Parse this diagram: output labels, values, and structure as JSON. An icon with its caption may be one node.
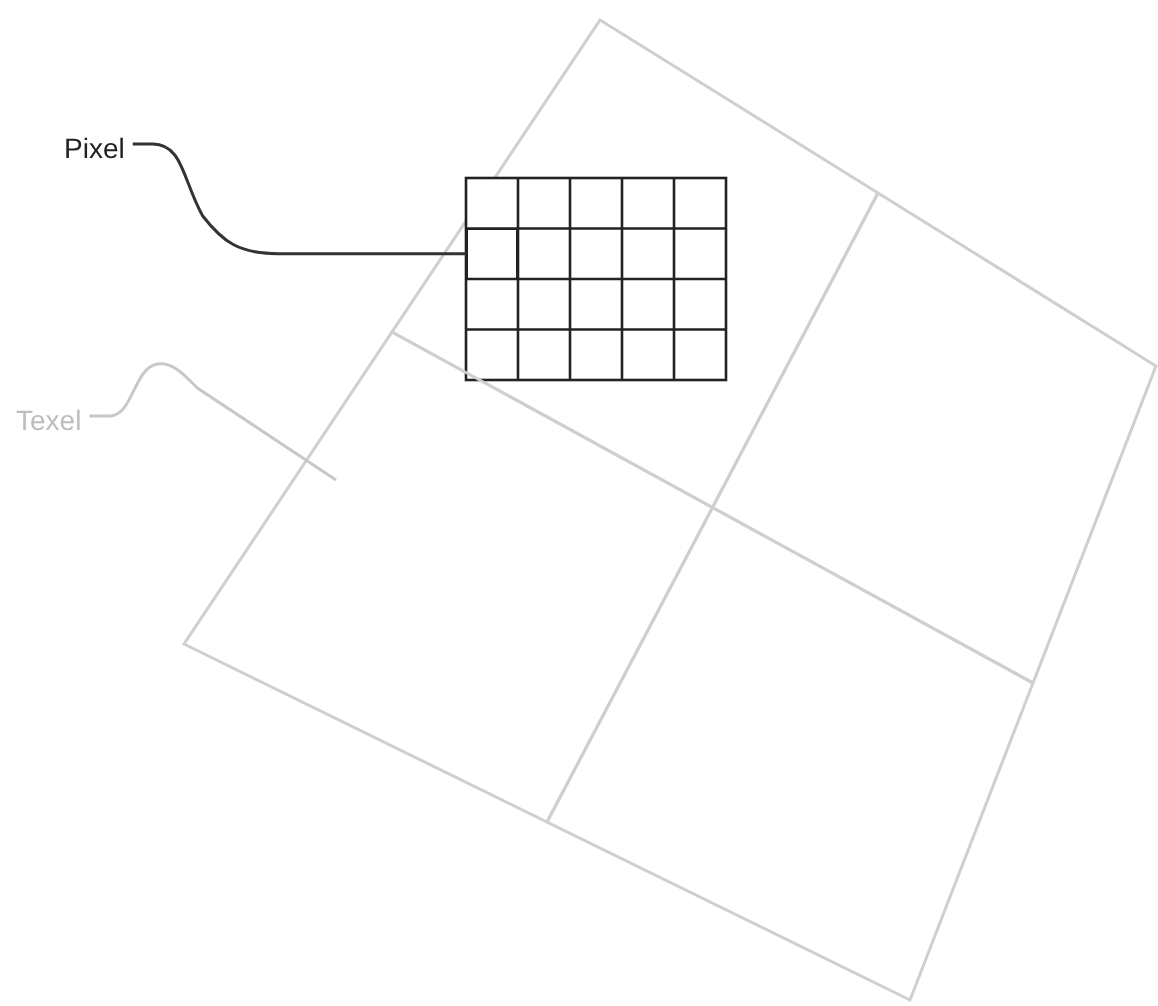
{
  "diagram": {
    "nodes": [
      {
        "text": [
          "Pixel"
        ]
      },
      {
        "text": [],
        "shape": "box"
      },
      {
        "text": [
          "Texel"
        ]
      },
      {
        "text": [],
        "shape": "box"
      }
    ],
    "edges": [
      {
        "from": 0,
        "to": 1,
        "arrow": "none"
      },
      {
        "from": 2,
        "to": 3,
        "arrow": "none",
        "color": "#c8c8c8"
      }
    ]
  }
}
